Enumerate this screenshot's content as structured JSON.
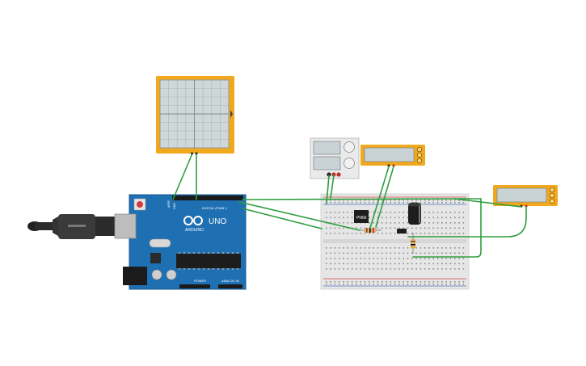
{
  "board": {
    "model_label": "UNO",
    "brand_label": "ARDUINO",
    "digital_label": "DIGITAL (PWM~)",
    "power_label": "POWER",
    "analog_label": "ANALOG IN",
    "aref_label": "AREF",
    "gnd_label": "GND"
  },
  "components": {
    "chip_label": "PN66"
  },
  "colors": {
    "wire": "#2e9e3e",
    "board": "#1f6fb3",
    "instrument_frame": "#f2a81d",
    "display_bg": "#c9d3d6",
    "breadboard": "#e6e6e6",
    "rail_red": "#d64545",
    "rail_blue": "#4a74c9"
  }
}
